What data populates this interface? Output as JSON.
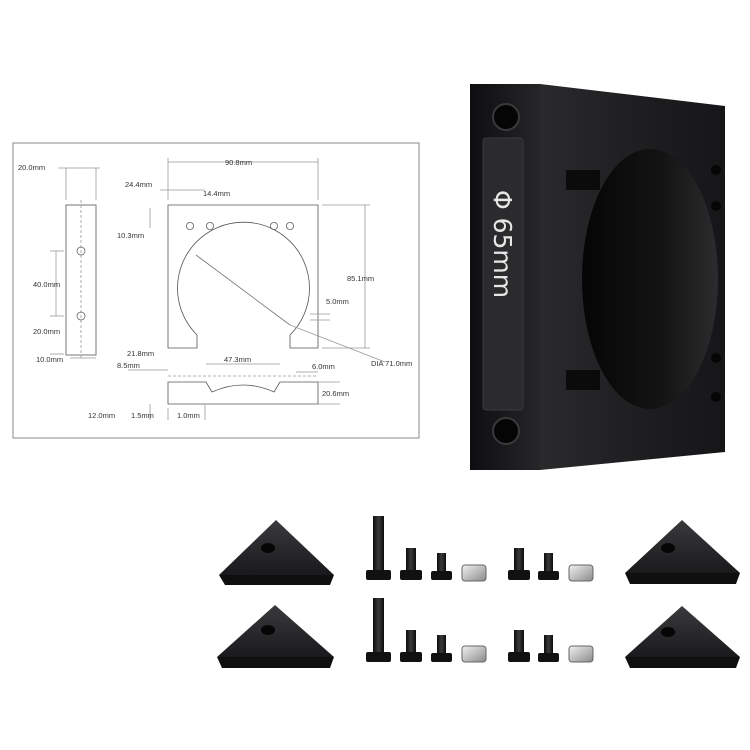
{
  "drawing": {
    "side_view": {
      "top_width": "20.0mm",
      "hole_spacing": "40.0mm",
      "bottom_offset": "20.0mm",
      "base_thickness": "10.0mm"
    },
    "front_view": {
      "overall_width": "90.8mm",
      "hole_offset": "24.4mm",
      "hole_pitch": "14.4mm",
      "hole_top_offset": "10.3mm",
      "overall_height": "85.1mm",
      "slot_width": "5.0mm",
      "diameter": "DIA 71.0mm"
    },
    "bottom_view": {
      "left_foot": "21.8mm",
      "left_inset": "8.5mm",
      "center_gap": "47.3mm",
      "right_foot": "6.0mm",
      "height": "20.6mm",
      "base_height": "12.0mm",
      "step_a": "1.5mm",
      "step_b": "1.0mm"
    }
  },
  "product": {
    "engraving": "Φ 65mm",
    "color": "#1c1c1e"
  },
  "accessories": {
    "wedge_blocks": 4,
    "screw_sets": 2
  }
}
